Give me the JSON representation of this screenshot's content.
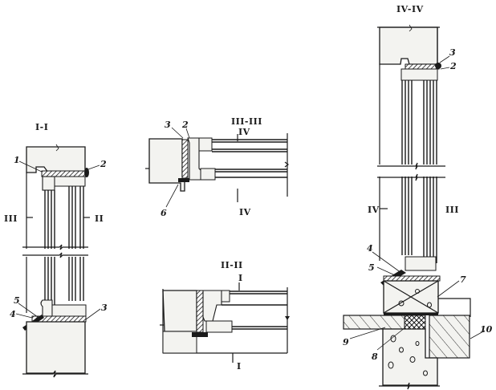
{
  "drawing": {
    "sections": {
      "s1": "I-I",
      "s2": "II-II",
      "s3": "III-III",
      "s4": "IV-IV"
    },
    "cut_marks": {
      "s1_left": "III",
      "s1_right": "II",
      "s3_top": "IV",
      "s3_bottom": "IV",
      "s2_top": "I",
      "s2_bottom": "I",
      "s4_left": "IV",
      "s4_right": "III"
    },
    "callouts": {
      "c1": "1",
      "c2": "2",
      "c3": "3",
      "c4": "4",
      "c5": "5",
      "c6": "6",
      "c7": "7",
      "c8": "8",
      "c9": "9",
      "c10": "10"
    }
  }
}
